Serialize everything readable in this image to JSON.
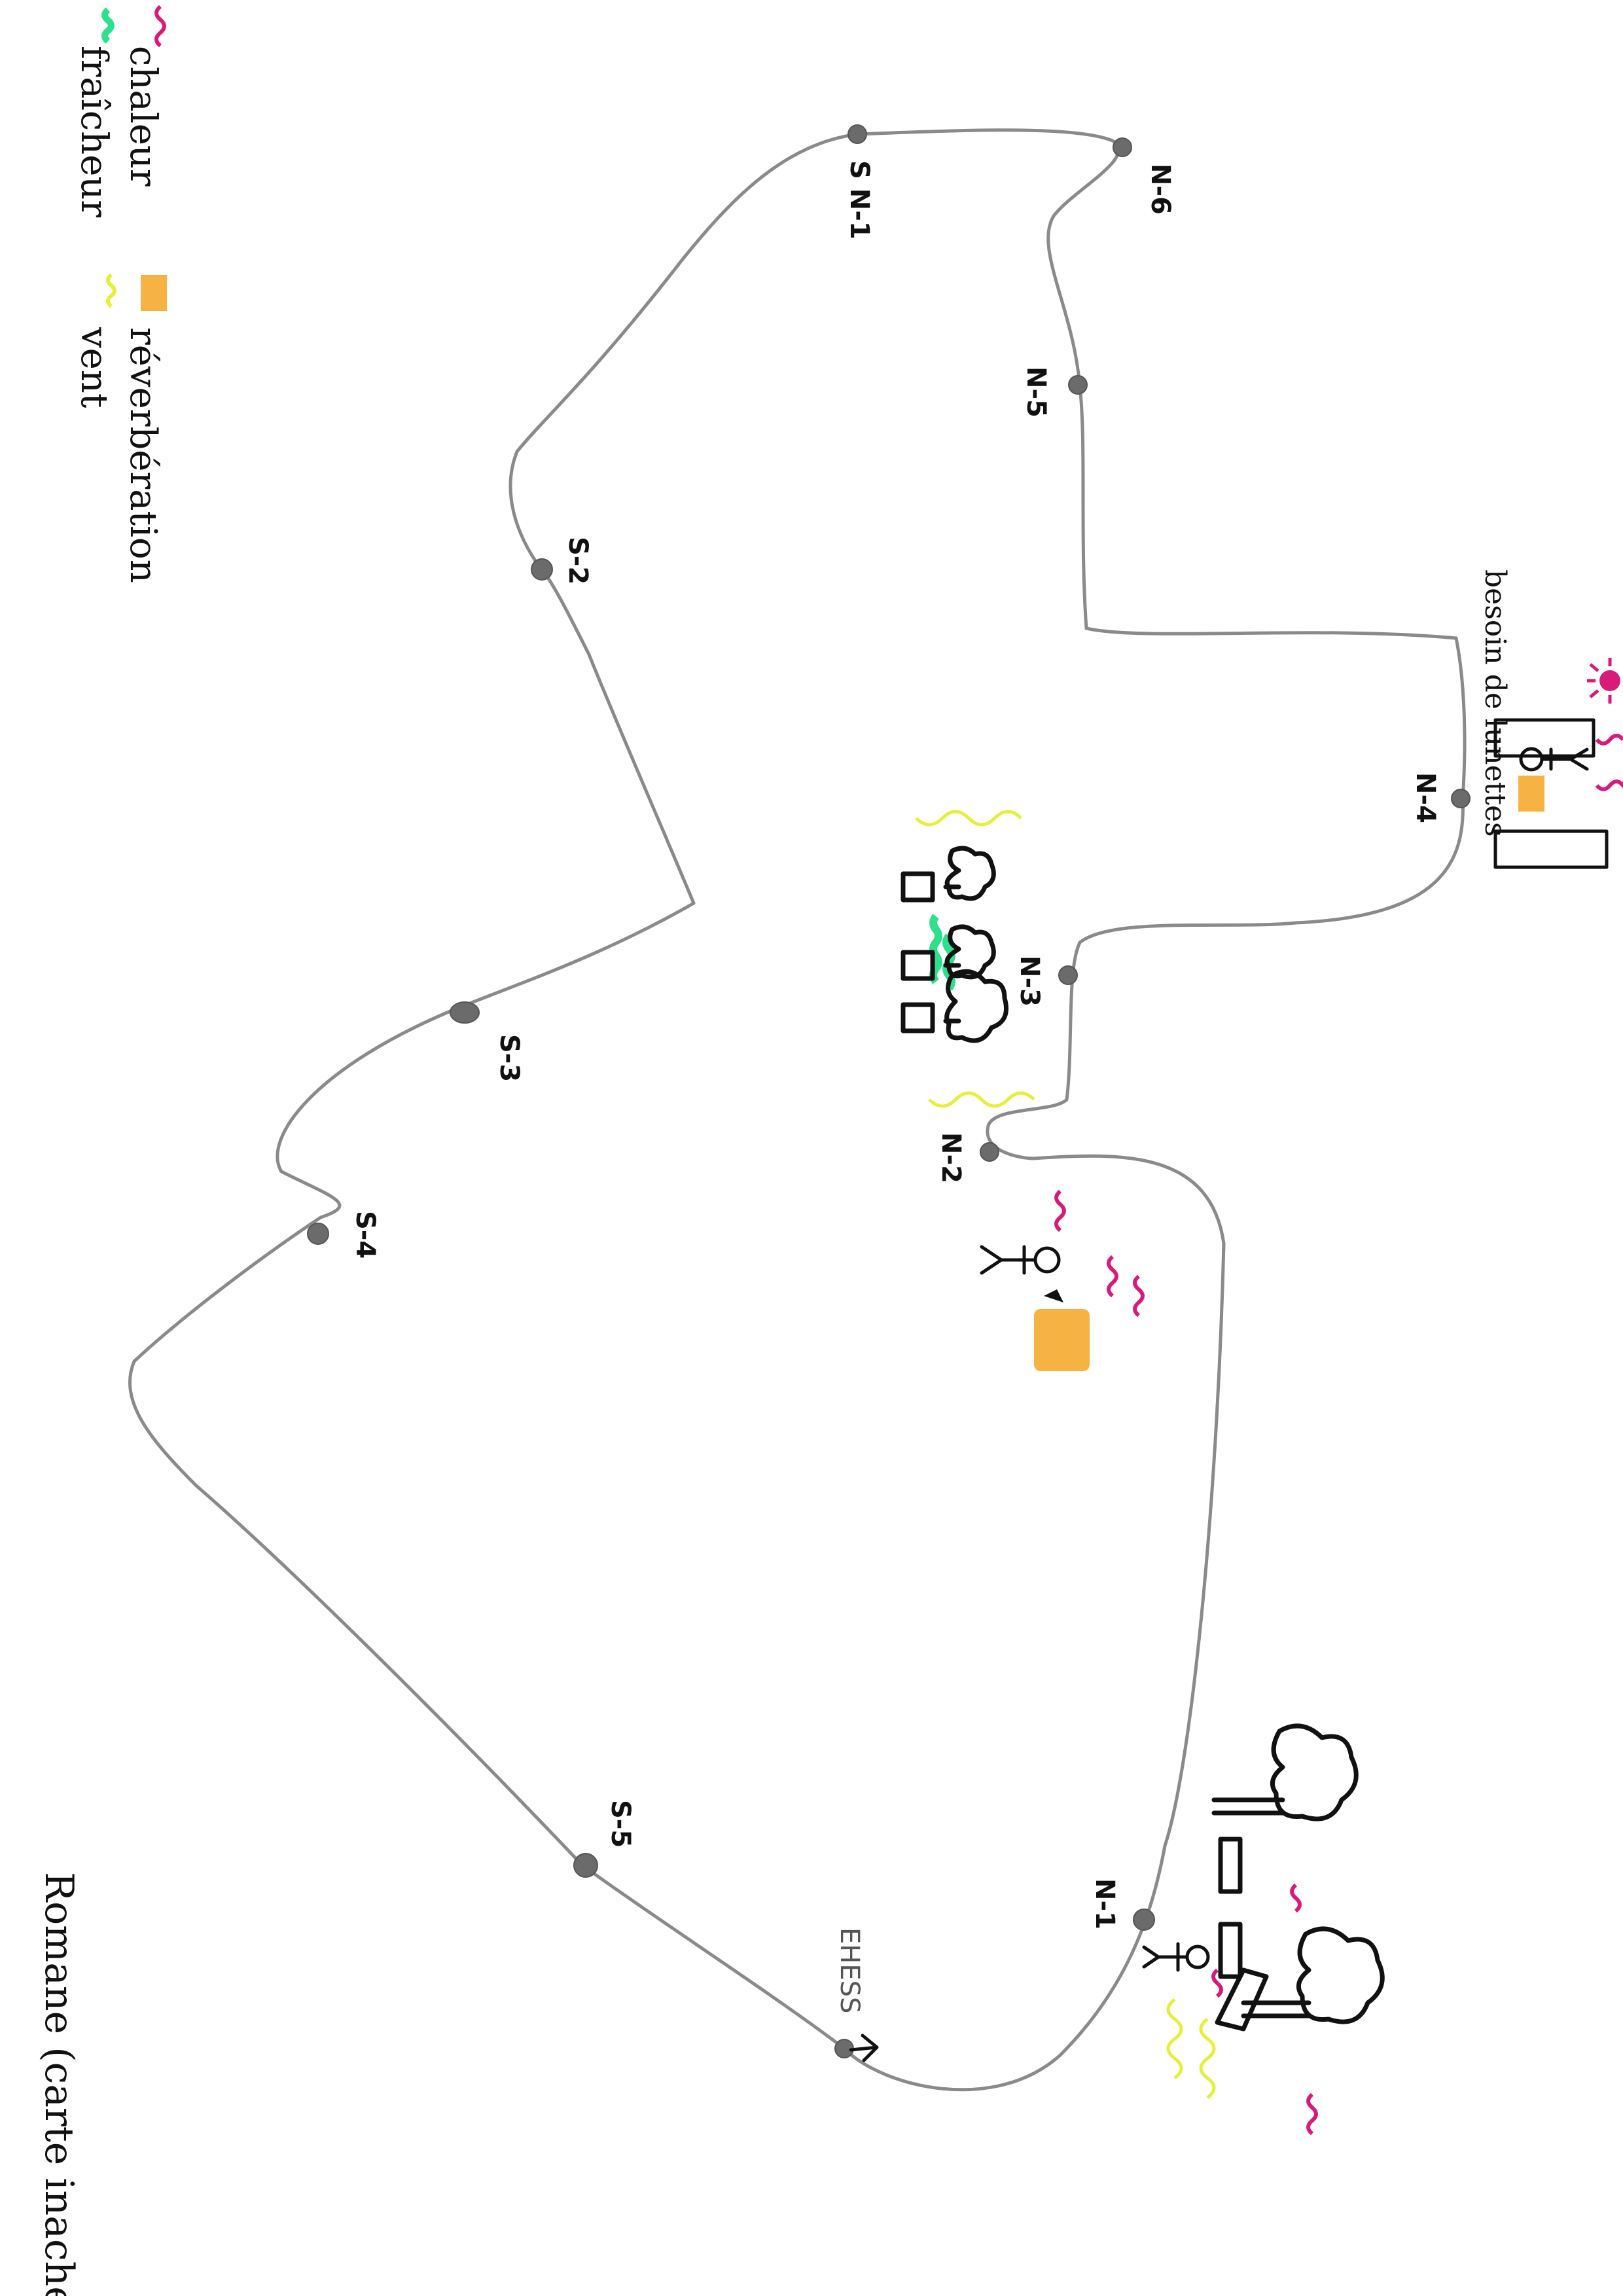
{
  "legend": {
    "items": [
      {
        "label": "chaleur",
        "color": "#d81b7a"
      },
      {
        "label": "fraîcheur",
        "color": "#2ee08c"
      },
      {
        "label": "réverbération",
        "color": "#f5a623"
      },
      {
        "label": "vent",
        "color": "#e6ef3a"
      }
    ]
  },
  "author": "Romane (carte inachevée)",
  "annotation": "besoin de lunettes",
  "stops": {
    "n6": "N-6",
    "n5": "N-5",
    "n4": "N-4",
    "n3": "N-3",
    "n2": "N-2",
    "n1": "N-1",
    "ehess": "EHESS",
    "s1": "S N-1",
    "s2": "S-2",
    "s3": "S-3",
    "s4": "S-4",
    "s5": "S-5"
  },
  "colors": {
    "heat": "#d81b7a",
    "cool": "#2ee08c",
    "reverb": "#f5a623",
    "wind": "#e6ef3a",
    "route": "#8a8a8a",
    "ink": "#111111"
  },
  "icons": [
    "sun-icon",
    "building-icon",
    "person-icon",
    "tree-icon",
    "bench-icon",
    "arrow-icon"
  ]
}
